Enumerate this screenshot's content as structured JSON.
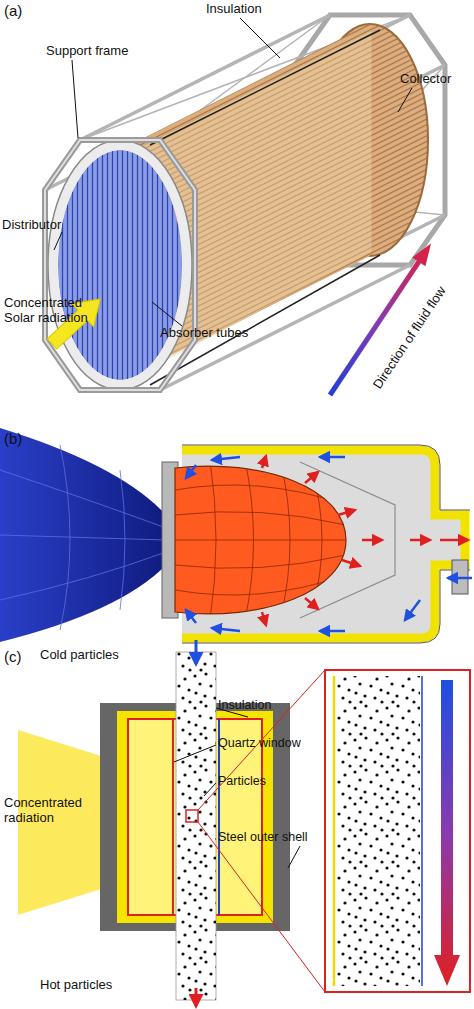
{
  "diagram": {
    "labels": [
      "(a)",
      "Insulation",
      "Support frame",
      "Collector",
      "Distributor",
      "Concentrated Solar radiation",
      "Absorber tubes",
      "Direction of fluid flow",
      "(b)",
      "(c)",
      "Cold particles",
      "Insulation",
      "Quartz window",
      "Particles",
      "Steel outer shell",
      "Concentrated radiation",
      "Hot particles"
    ]
  }
}
